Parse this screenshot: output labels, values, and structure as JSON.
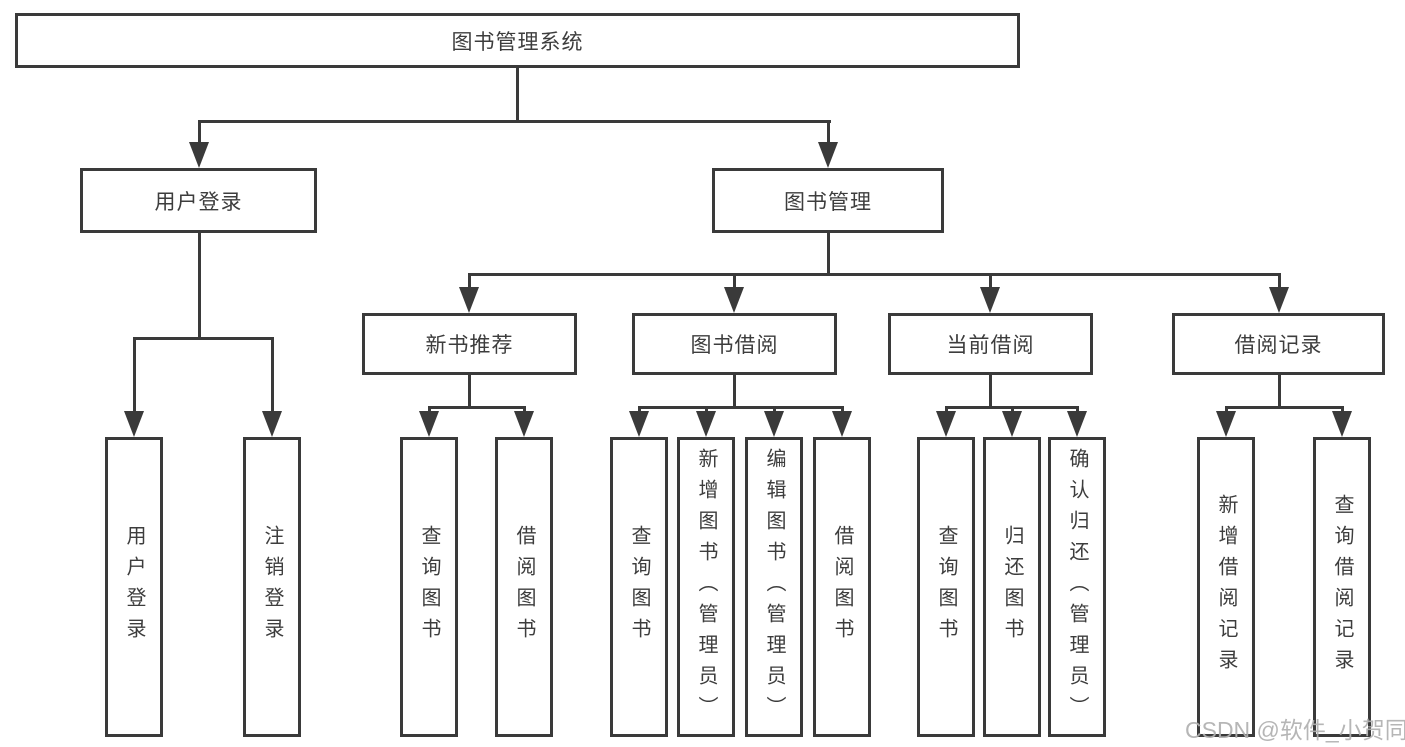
{
  "colors": {
    "line": "#3a3a3a",
    "text": "#3d3d3d",
    "wm": "#b0b0b0",
    "bg": "#ffffff"
  },
  "watermark": {
    "text": "CSDN @软件_小贺同学"
  },
  "diagram": {
    "root": {
      "label": "图书管理系统"
    },
    "branches": [
      {
        "label": "用户登录",
        "children": [
          {
            "label": "用户登录"
          },
          {
            "label": "注销登录"
          }
        ]
      },
      {
        "label": "图书管理",
        "children": [
          {
            "label": "新书推荐",
            "children": [
              {
                "label": "查询图书"
              },
              {
                "label": "借阅图书"
              }
            ]
          },
          {
            "label": "图书借阅",
            "children": [
              {
                "label": "查询图书"
              },
              {
                "label": "新增图书（管理员）"
              },
              {
                "label": "编辑图书（管理员）"
              },
              {
                "label": "借阅图书"
              }
            ]
          },
          {
            "label": "当前借阅",
            "children": [
              {
                "label": "查询图书"
              },
              {
                "label": "归还图书"
              },
              {
                "label": "确认归还（管理员）"
              }
            ]
          },
          {
            "label": "借阅记录",
            "children": [
              {
                "label": "新增借阅记录"
              },
              {
                "label": "查询借阅记录"
              }
            ]
          }
        ]
      }
    ]
  }
}
